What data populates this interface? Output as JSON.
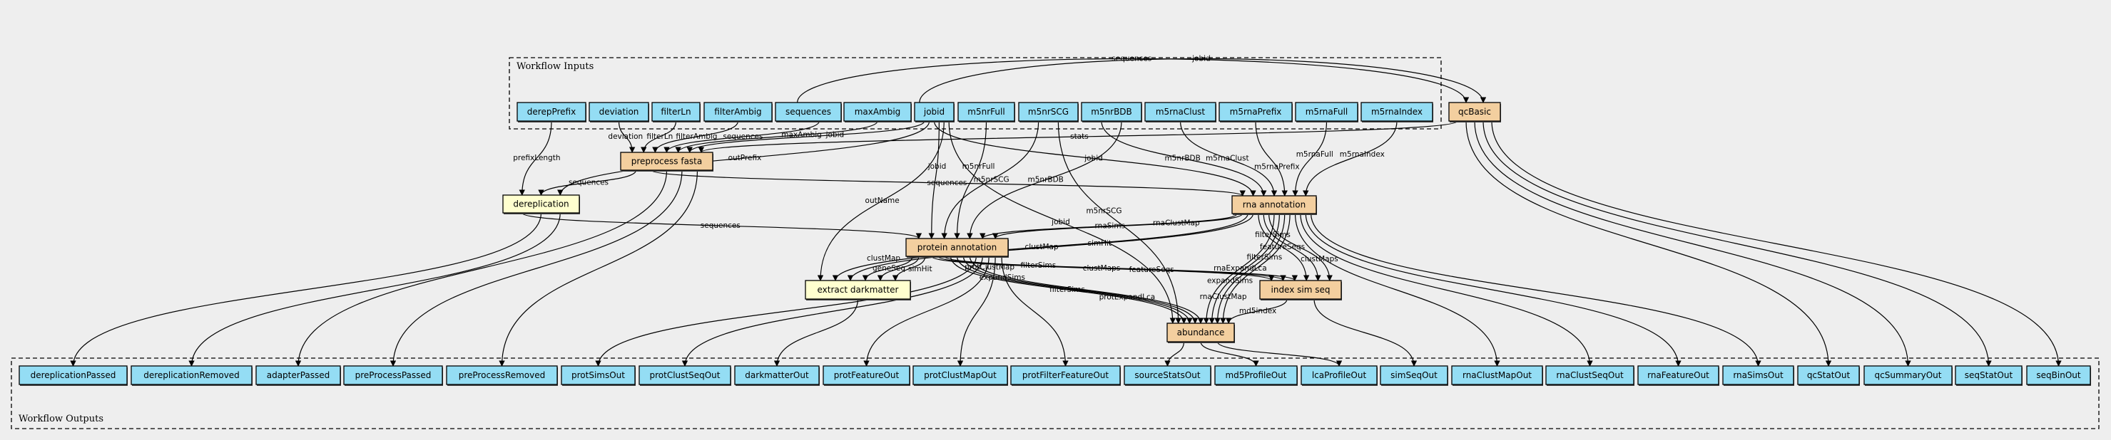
{
  "clusters": {
    "inputs_label": "Workflow Inputs",
    "outputs_label": "Workflow Outputs"
  },
  "colors": {
    "io_fill": "#94DDF4",
    "step_fill": "#F3CF9F",
    "subworkflow_fill": "#FFFFCF",
    "background": "#EEEEEE"
  },
  "inputs": [
    {
      "id": "derepPrefix",
      "label": "derepPrefix"
    },
    {
      "id": "deviation",
      "label": "deviation"
    },
    {
      "id": "filterLn",
      "label": "filterLn"
    },
    {
      "id": "filterAmbig",
      "label": "filterAmbig"
    },
    {
      "id": "sequences",
      "label": "sequences"
    },
    {
      "id": "maxAmbig",
      "label": "maxAmbig"
    },
    {
      "id": "jobid",
      "label": "jobid"
    },
    {
      "id": "m5nrFull",
      "label": "m5nrFull"
    },
    {
      "id": "m5nrSCG",
      "label": "m5nrSCG"
    },
    {
      "id": "m5nrBDB",
      "label": "m5nrBDB"
    },
    {
      "id": "m5rnaClust",
      "label": "m5rnaClust"
    },
    {
      "id": "m5rnaPrefix",
      "label": "m5rnaPrefix"
    },
    {
      "id": "m5rnaFull",
      "label": "m5rnaFull"
    },
    {
      "id": "m5rnaIndex",
      "label": "m5rnaIndex"
    }
  ],
  "steps": [
    {
      "id": "qcBasic",
      "label": "qcBasic",
      "kind": "step"
    },
    {
      "id": "preprocess",
      "label": "preprocess fasta",
      "kind": "step"
    },
    {
      "id": "dereplication",
      "label": "dereplication",
      "kind": "subworkflow"
    },
    {
      "id": "rna",
      "label": "rna annotation",
      "kind": "step"
    },
    {
      "id": "protein",
      "label": "protein annotation",
      "kind": "step"
    },
    {
      "id": "darkmatter",
      "label": "extract darkmatter",
      "kind": "subworkflow"
    },
    {
      "id": "indexsim",
      "label": "index sim seq",
      "kind": "step"
    },
    {
      "id": "abundance",
      "label": "abundance",
      "kind": "step"
    }
  ],
  "outputs": [
    {
      "id": "dereplicationPassed",
      "label": "dereplicationPassed"
    },
    {
      "id": "dereplicationRemoved",
      "label": "dereplicationRemoved"
    },
    {
      "id": "adapterPassed",
      "label": "adapterPassed"
    },
    {
      "id": "preProcessPassed",
      "label": "preProcessPassed"
    },
    {
      "id": "preProcessRemoved",
      "label": "preProcessRemoved"
    },
    {
      "id": "protSimsOut",
      "label": "protSimsOut"
    },
    {
      "id": "protClustSeqOut",
      "label": "protClustSeqOut"
    },
    {
      "id": "darkmatterOut",
      "label": "darkmatterOut"
    },
    {
      "id": "protFeatureOut",
      "label": "protFeatureOut"
    },
    {
      "id": "protClustMapOut",
      "label": "protClustMapOut"
    },
    {
      "id": "protFilterFeatureOut",
      "label": "protFilterFeatureOut"
    },
    {
      "id": "sourceStatsOut",
      "label": "sourceStatsOut"
    },
    {
      "id": "md5ProfileOut",
      "label": "md5ProfileOut"
    },
    {
      "id": "lcaProfileOut",
      "label": "lcaProfileOut"
    },
    {
      "id": "simSeqOut",
      "label": "simSeqOut"
    },
    {
      "id": "rnaClustMapOut",
      "label": "rnaClustMapOut"
    },
    {
      "id": "rnaClustSeqOut",
      "label": "rnaClustSeqOut"
    },
    {
      "id": "rnaFeatureOut",
      "label": "rnaFeatureOut"
    },
    {
      "id": "rnaSimsOut",
      "label": "rnaSimsOut"
    },
    {
      "id": "qcStatOut",
      "label": "qcStatOut"
    },
    {
      "id": "qcSummaryOut",
      "label": "qcSummaryOut"
    },
    {
      "id": "seqStatOut",
      "label": "seqStatOut"
    },
    {
      "id": "seqBinOut",
      "label": "seqBinOut"
    }
  ],
  "edges": [
    {
      "from": "sequences",
      "to": "qcBasic",
      "label": "sequences"
    },
    {
      "from": "jobid",
      "to": "qcBasic",
      "label": "jobid"
    },
    {
      "from": "deviation",
      "to": "preprocess",
      "label": "deviation"
    },
    {
      "from": "filterLn",
      "to": "preprocess",
      "label": "filterLn"
    },
    {
      "from": "filterAmbig",
      "to": "preprocess",
      "label": "filterAmbig"
    },
    {
      "from": "sequences",
      "to": "preprocess",
      "label": "sequences"
    },
    {
      "from": "maxAmbig",
      "to": "preprocess",
      "label": "maxAmbig"
    },
    {
      "from": "jobid",
      "to": "preprocess",
      "label": "jobid"
    },
    {
      "from": "qcBasic",
      "to": "preprocess",
      "label": "stats"
    },
    {
      "from": "derepPrefix",
      "to": "dereplication",
      "label": "prefixLength"
    },
    {
      "from": "preprocess",
      "to": "dereplication",
      "label": "sequences"
    },
    {
      "from": "jobid",
      "to": "dereplication",
      "label": "outPrefix"
    },
    {
      "from": "preprocess",
      "to": "rna",
      "label": "sequences"
    },
    {
      "from": "jobid",
      "to": "rna",
      "label": "jobid"
    },
    {
      "from": "m5nrBDB",
      "to": "rna",
      "label": "m5nrBDB"
    },
    {
      "from": "m5rnaClust",
      "to": "rna",
      "label": "m5rnaClust"
    },
    {
      "from": "m5rnaPrefix",
      "to": "rna",
      "label": "m5rnaPrefix"
    },
    {
      "from": "m5rnaFull",
      "to": "rna",
      "label": "m5rnaFull"
    },
    {
      "from": "m5rnaIndex",
      "to": "rna",
      "label": "m5rnaIndex"
    },
    {
      "from": "dereplication",
      "to": "protein",
      "label": "sequences"
    },
    {
      "from": "jobid",
      "to": "protein",
      "label": "jobid"
    },
    {
      "from": "m5nrSCG",
      "to": "protein",
      "label": "m5nrSCG"
    },
    {
      "from": "m5nrFull",
      "to": "protein",
      "label": "m5nrFull"
    },
    {
      "from": "m5nrBDB",
      "to": "protein",
      "label": "m5nrBDB"
    },
    {
      "from": "rna",
      "to": "protein",
      "label": "rnaSims"
    },
    {
      "from": "rna",
      "to": "protein",
      "label": "rnaClustMap"
    },
    {
      "from": "jobid",
      "to": "darkmatter",
      "label": "outName"
    },
    {
      "from": "rna",
      "to": "darkmatter",
      "label": "clustMap"
    },
    {
      "from": "rna",
      "to": "darkmatter",
      "label": "simHit"
    },
    {
      "from": "protein",
      "to": "darkmatter",
      "label": "geneSeq"
    },
    {
      "from": "protein",
      "to": "darkmatter",
      "label": "clustMap"
    },
    {
      "from": "protein",
      "to": "darkmatter",
      "label": "simHit"
    },
    {
      "from": "jobid",
      "to": "abundance",
      "label": "jobid"
    },
    {
      "from": "m5nrSCG",
      "to": "abundance",
      "label": "m5nrSCG"
    },
    {
      "from": "protein",
      "to": "indexsim",
      "label": "clustMaps"
    },
    {
      "from": "protein",
      "to": "indexsim",
      "label": "featureSeqs"
    },
    {
      "from": "protein",
      "to": "indexsim",
      "label": "filterSims"
    },
    {
      "from": "rna",
      "to": "indexsim",
      "label": "featureSeqs"
    },
    {
      "from": "rna",
      "to": "indexsim",
      "label": "filterSims"
    },
    {
      "from": "rna",
      "to": "indexsim",
      "label": "clustMaps"
    },
    {
      "from": "protein",
      "to": "abundance",
      "label": "filterSims"
    },
    {
      "from": "protein",
      "to": "abundance",
      "label": "protExpandLca"
    },
    {
      "from": "protein",
      "to": "abundance",
      "label": "expandSims"
    },
    {
      "from": "protein",
      "to": "abundance",
      "label": "protClustMap"
    },
    {
      "from": "rna",
      "to": "abundance",
      "label": "rnaExpandLca"
    },
    {
      "from": "rna",
      "to": "abundance",
      "label": "expandSims"
    },
    {
      "from": "rna",
      "to": "abundance",
      "label": "rnaClustMap"
    },
    {
      "from": "rna",
      "to": "abundance",
      "label": "filterSims"
    },
    {
      "from": "indexsim",
      "to": "abundance",
      "label": "md5index"
    },
    {
      "from": "dereplication",
      "to": "dereplicationPassed",
      "label": ""
    },
    {
      "from": "dereplication",
      "to": "dereplicationRemoved",
      "label": ""
    },
    {
      "from": "preprocess",
      "to": "adapterPassed",
      "label": ""
    },
    {
      "from": "preprocess",
      "to": "preProcessPassed",
      "label": ""
    },
    {
      "from": "preprocess",
      "to": "preProcessRemoved",
      "label": ""
    },
    {
      "from": "protein",
      "to": "protSimsOut",
      "label": ""
    },
    {
      "from": "protein",
      "to": "protClustSeqOut",
      "label": ""
    },
    {
      "from": "darkmatter",
      "to": "darkmatterOut",
      "label": ""
    },
    {
      "from": "protein",
      "to": "protFeatureOut",
      "label": ""
    },
    {
      "from": "protein",
      "to": "protClustMapOut",
      "label": ""
    },
    {
      "from": "protein",
      "to": "protFilterFeatureOut",
      "label": ""
    },
    {
      "from": "abundance",
      "to": "sourceStatsOut",
      "label": ""
    },
    {
      "from": "abundance",
      "to": "md5ProfileOut",
      "label": ""
    },
    {
      "from": "abundance",
      "to": "lcaProfileOut",
      "label": ""
    },
    {
      "from": "indexsim",
      "to": "simSeqOut",
      "label": ""
    },
    {
      "from": "rna",
      "to": "rnaClustMapOut",
      "label": ""
    },
    {
      "from": "rna",
      "to": "rnaClustSeqOut",
      "label": ""
    },
    {
      "from": "rna",
      "to": "rnaFeatureOut",
      "label": ""
    },
    {
      "from": "rna",
      "to": "rnaSimsOut",
      "label": ""
    },
    {
      "from": "qcBasic",
      "to": "qcStatOut",
      "label": ""
    },
    {
      "from": "qcBasic",
      "to": "qcSummaryOut",
      "label": ""
    },
    {
      "from": "qcBasic",
      "to": "seqStatOut",
      "label": ""
    },
    {
      "from": "qcBasic",
      "to": "seqBinOut",
      "label": ""
    }
  ]
}
